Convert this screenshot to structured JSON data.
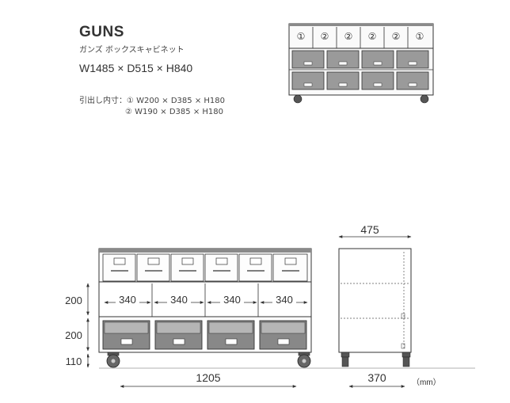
{
  "header": {
    "title": "GUNS",
    "subtitle": "ガンズ ボックスキャビネット",
    "dimensions": "W1485 × D515 × H840"
  },
  "inner_dims": {
    "label": "引出し内寸：",
    "line1": "① W200 × D385 × H180",
    "line2": "② W190 × D385 × H180"
  },
  "thumbnail": {
    "top_markers": [
      "①",
      "②",
      "②",
      "②",
      "②",
      "①"
    ]
  },
  "front": {
    "slot_widths": [
      "340",
      "340",
      "340",
      "340"
    ],
    "heights": [
      "200",
      "200",
      "110"
    ],
    "total_width": "1205"
  },
  "side": {
    "top_width": "475",
    "bottom_width": "370"
  },
  "unit": "（mm）"
}
